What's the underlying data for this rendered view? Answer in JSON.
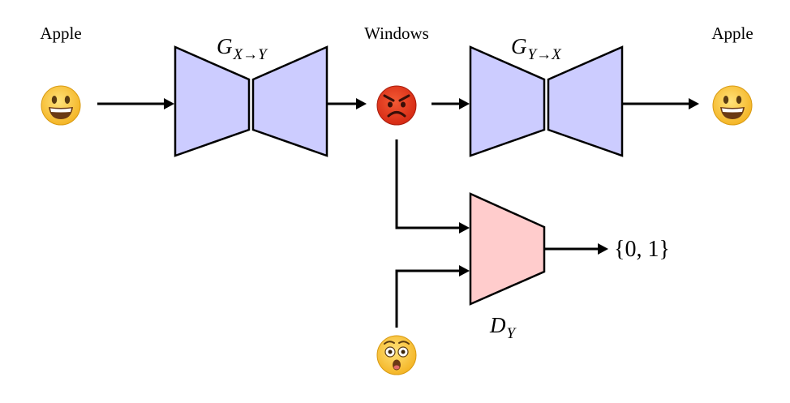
{
  "labels": {
    "input": "Apple",
    "middle": "Windows",
    "output": "Apple"
  },
  "generators": {
    "forward": {
      "symbol": "G",
      "subscript": "X→Y"
    },
    "backward": {
      "symbol": "G",
      "subscript": "Y→X"
    }
  },
  "discriminator": {
    "symbol": "D",
    "subscript": "Y"
  },
  "output_set": "{0, 1}",
  "colors": {
    "generator_fill": "#ccccff",
    "discriminator_fill": "#ffcccc",
    "happy_face": "#f6c338",
    "angry_face": "#e8341c",
    "shocked_face": "#f6c338"
  },
  "icons": {
    "input_face": "grinning-face-icon",
    "middle_face": "angry-face-icon",
    "output_face": "grinning-face-icon",
    "real_sample_face": "astonished-face-icon"
  }
}
